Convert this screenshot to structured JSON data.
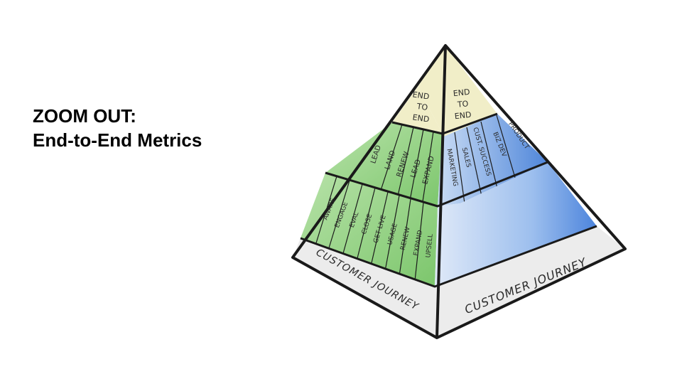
{
  "title": {
    "line1": "ZOOM OUT:",
    "line2": "End-to-End Metrics"
  },
  "pyramid": {
    "left_face": {
      "top_label": [
        "END",
        "TO",
        "END"
      ],
      "middle_labels": [
        "LEAD",
        "LAND",
        "RENEW",
        "LEAD",
        "EXPAND"
      ],
      "bottom_labels": [
        "AWARE",
        "ENGAGE",
        "EVAL",
        "CLOSE",
        "GET LIVE",
        "USAGE",
        "RENEW",
        "EXPAND",
        "UPSELL"
      ],
      "base_label": "CUSTOMER JOURNEY"
    },
    "right_face": {
      "top_label": [
        "END",
        "TO",
        "END"
      ],
      "middle_labels": [
        "MARKETING",
        "SALES",
        "CUST. SUCCESS",
        "BIZ DEV",
        "PRODUCT"
      ],
      "base_label": "CUSTOMER JOURNEY"
    },
    "colors": {
      "top": "#f1eec8",
      "green": "#8fd07f",
      "green_light": "#b7e2a8",
      "blue": "#5f94e0",
      "blue_light": "#a9c7ef",
      "base": "#ececec",
      "outline": "#1a1a1a"
    }
  }
}
